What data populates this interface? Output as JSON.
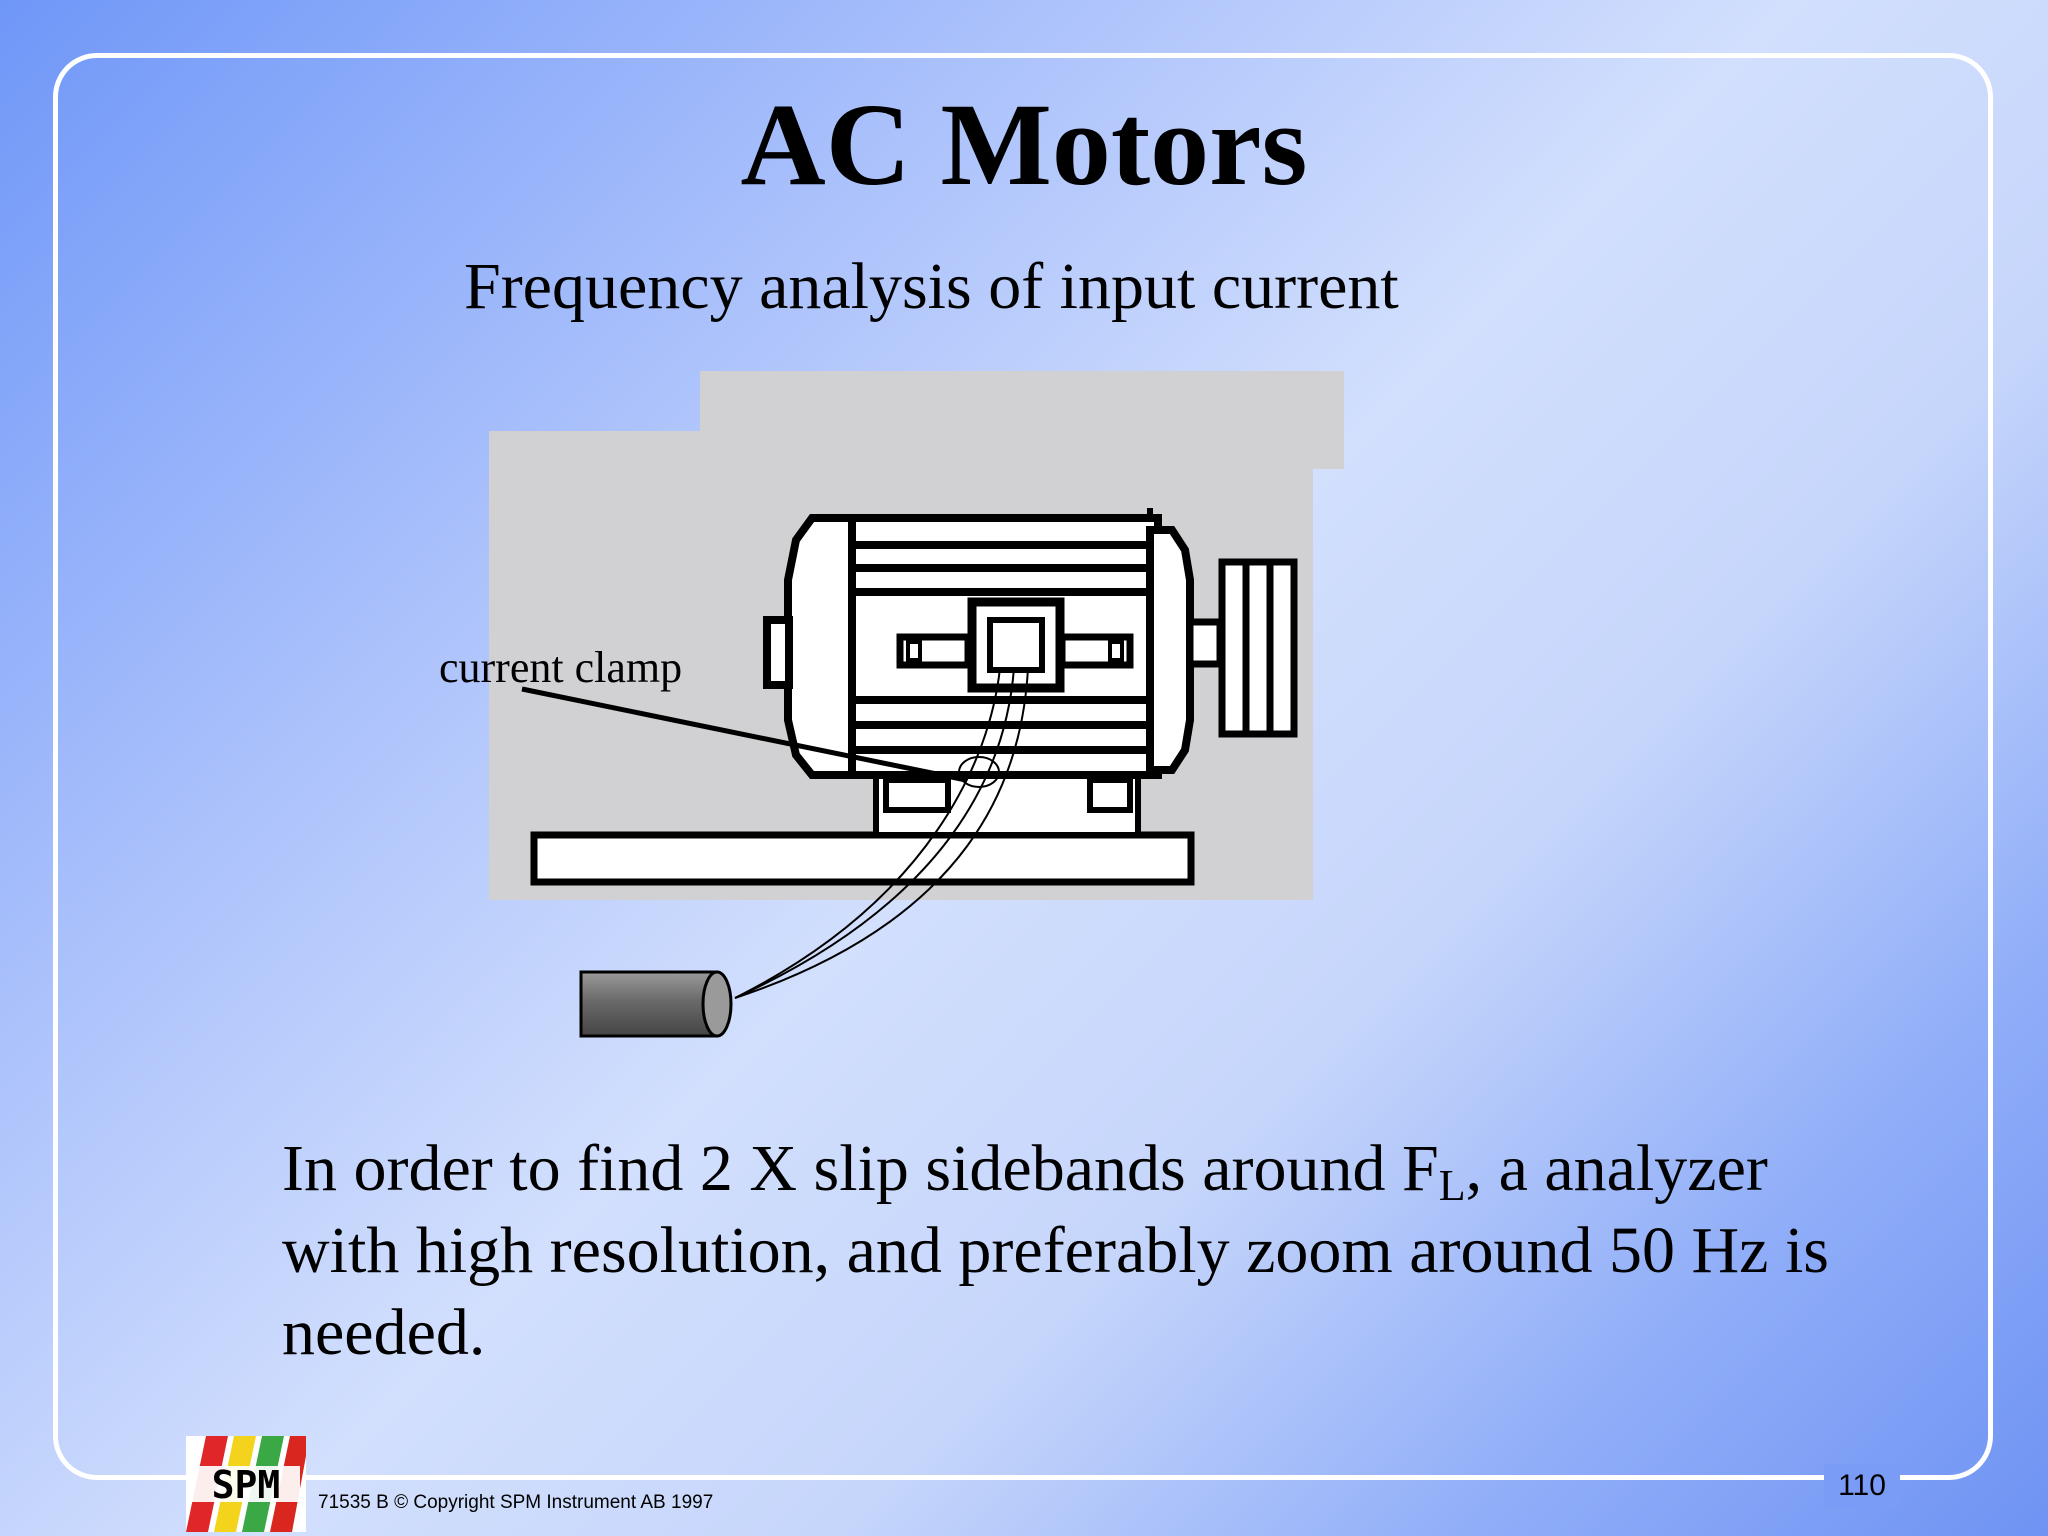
{
  "slide": {
    "title": "AC Motors",
    "subtitle": "Frequency analysis of input current",
    "clamp_label": "current clamp",
    "body": {
      "part1": "In order to find 2 X slip sidebands around F",
      "subscript": "L",
      "part2": ", a analyzer with high resolution, and preferably zoom around 50 Hz is needed."
    }
  },
  "footer": {
    "logo_text": "SPM",
    "copyright": "71535 B  © Copyright SPM Instrument AB 1997",
    "page_number": "110"
  },
  "colors": {
    "frame": "#ffffff",
    "diagram_background": "#d1d1d4",
    "page_box": "#7b9cf6"
  }
}
